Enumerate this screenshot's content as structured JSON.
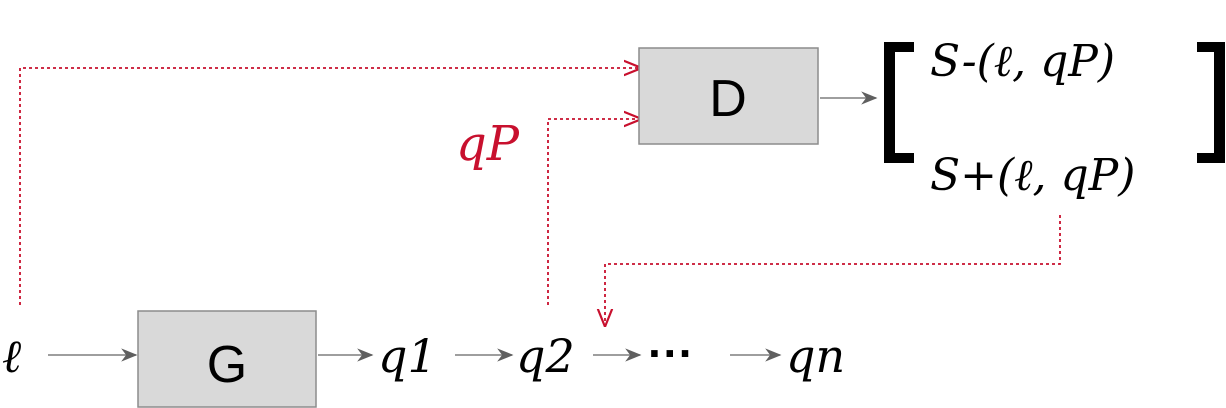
{
  "diagram": {
    "input_symbol": "ℓ",
    "generator_label": "G",
    "discriminator_label": "D",
    "sequence": {
      "q1": "q1",
      "q2": "q2",
      "ellipsis": "···",
      "qn": "qn"
    },
    "feedback_label": "qP",
    "outputs": {
      "s_minus": "S-(ℓ, qP)",
      "s_plus": "S+(ℓ, qP)"
    },
    "colors": {
      "feedback": "#c8102e",
      "box_fill": "#d9d9d9",
      "arrow": "#7f7f7f"
    }
  }
}
